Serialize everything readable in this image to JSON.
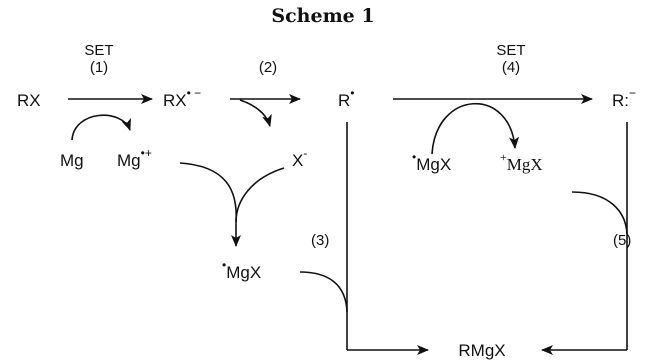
{
  "title": "Scheme 1",
  "steps": {
    "s1_set": "SET",
    "s1_num": "(1)",
    "s2_num": "(2)",
    "s3_num": "(3)",
    "s4_set": "SET",
    "s4_num": "(4)",
    "s5_num": "(5)"
  },
  "species": {
    "rx": "RX",
    "rx_radical_anion_base": "RX",
    "rx_radical_anion_charge": "• −",
    "r_radical_base": "R",
    "r_radical_dot": "•",
    "r_anion_base": "R:",
    "r_anion_charge": "−",
    "mg": "Mg",
    "mg_radical_cation_base": "Mg",
    "mg_radical_cation_charge": "•+",
    "x_anion_base": "X",
    "x_anion_charge": "-",
    "mgx_radical_left_dot": "•",
    "mgx_radical_left_base": "MgX",
    "mgx_radical_right_dot": "•",
    "mgx_radical_right_base": "MgX",
    "mgx_cation_charge": "+",
    "mgx_cation_base": "MgX",
    "rmgx": "RMgX"
  }
}
